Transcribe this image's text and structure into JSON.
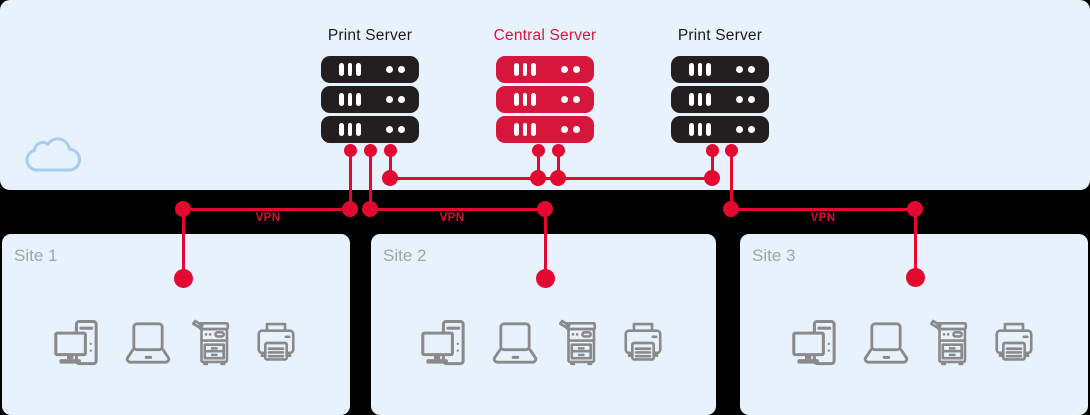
{
  "colors": {
    "background": "#000000",
    "panel_blue": "#e8f2fc",
    "server_black": "#231f20",
    "accent_red": "#d6163a",
    "line_red": "#e2082f",
    "site_label_gray": "#9da5ad",
    "device_icon_gray": "#8a8a8a",
    "cloud_outline_blue": "#a9cdf0"
  },
  "cloud_region": {
    "cloud_icon": "cloud",
    "servers": [
      {
        "id": "print-server-left",
        "label": "Print Server",
        "color": "#231f20"
      },
      {
        "id": "central-server",
        "label": "Central Server",
        "color": "#d6163a"
      },
      {
        "id": "print-server-right",
        "label": "Print Server",
        "color": "#231f20"
      }
    ]
  },
  "vpn": {
    "links": [
      {
        "label": "VPN",
        "from": "print-server-left",
        "to": "Site 1"
      },
      {
        "label": "VPN",
        "from": "print-server-left",
        "to": "Site 2"
      },
      {
        "label": "VPN",
        "from": "print-server-right",
        "to": "Site 3"
      }
    ]
  },
  "connections": [
    "print-server-left — central-server — print-server-right (red backbone line)",
    "print-server-left — VPN — Site 1",
    "print-server-left — VPN — Site 2",
    "print-server-right — VPN — Site 3"
  ],
  "sites": [
    {
      "label": "Site 1",
      "devices": [
        "desktop-computer",
        "laptop",
        "multifunction-copier",
        "printer"
      ]
    },
    {
      "label": "Site 2",
      "devices": [
        "desktop-computer",
        "laptop",
        "multifunction-copier",
        "printer"
      ]
    },
    {
      "label": "Site 3",
      "devices": [
        "desktop-computer",
        "laptop",
        "multifunction-copier",
        "printer"
      ]
    }
  ]
}
